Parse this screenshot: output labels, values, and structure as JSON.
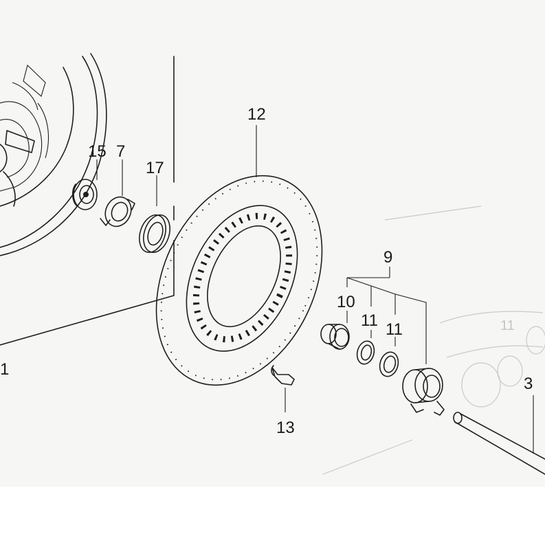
{
  "diagram": {
    "callouts": {
      "p1": "1",
      "p3": "3",
      "p7": "7",
      "p9": "9",
      "p10": "10",
      "p11a": "11",
      "p11b": "11",
      "p12": "12",
      "p13": "13",
      "p15": "15",
      "p17": "17"
    },
    "ghost_labels": {
      "g11": "11"
    },
    "colors": {
      "ink": "#1e1e1e",
      "paper": "#f6f6f4",
      "ghost": "#c9c9c9"
    }
  }
}
